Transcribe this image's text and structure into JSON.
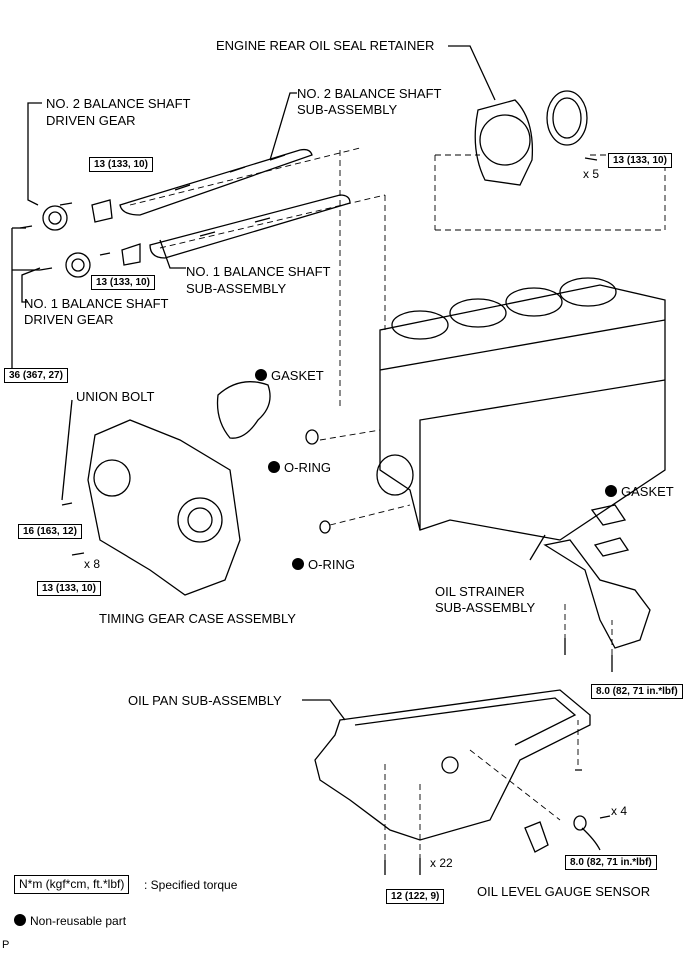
{
  "labels": {
    "rear_seal": "ENGINE REAR OIL SEAL RETAINER",
    "no2_gear_1": "NO. 2 BALANCE SHAFT",
    "no2_gear_2": "DRIVEN GEAR",
    "no2_shaft_1": "NO. 2 BALANCE SHAFT",
    "no2_shaft_2": "SUB-ASSEMBLY",
    "no1_shaft_1": "NO. 1 BALANCE SHAFT",
    "no1_shaft_2": "SUB-ASSEMBLY",
    "no1_gear_1": "NO. 1 BALANCE SHAFT",
    "no1_gear_2": "DRIVEN GEAR",
    "gasket_top": "GASKET",
    "union_bolt": "UNION BOLT",
    "oring_1": "O-RING",
    "oring_2": "O-RING",
    "gasket_right": "GASKET",
    "strainer_1": "OIL STRAINER",
    "strainer_2": "SUB-ASSEMBLY",
    "timing_case": "TIMING GEAR CASE ASSEMBLY",
    "oil_pan": "OIL PAN SUB-ASSEMBLY",
    "gauge_sensor": "OIL LEVEL GAUGE SENSOR"
  },
  "torques": {
    "t_gear": "13 (133, 10)",
    "t_seal": "13 (133, 10)",
    "t_no1": "13 (133, 10)",
    "t_36": "36 (367, 27)",
    "t_16": "16 (163, 12)",
    "t_case": "13 (133, 10)",
    "t_strainer": "8.0 (82, 71 in.*lbf)",
    "t_sensor": "8.0 (82, 71 in.*lbf)",
    "t_pan": "12 (122, 9)"
  },
  "multipliers": {
    "m_seal": "x 5",
    "m_case": "x 8",
    "m_sensor": "x 4",
    "m_pan": "x 22"
  },
  "legend": {
    "torque_unit": "N*m (kgf*cm, ft.*lbf)",
    "torque_text": ": Specified torque",
    "nonreusable_text": "Non-reusable part"
  },
  "figure_code": "P"
}
